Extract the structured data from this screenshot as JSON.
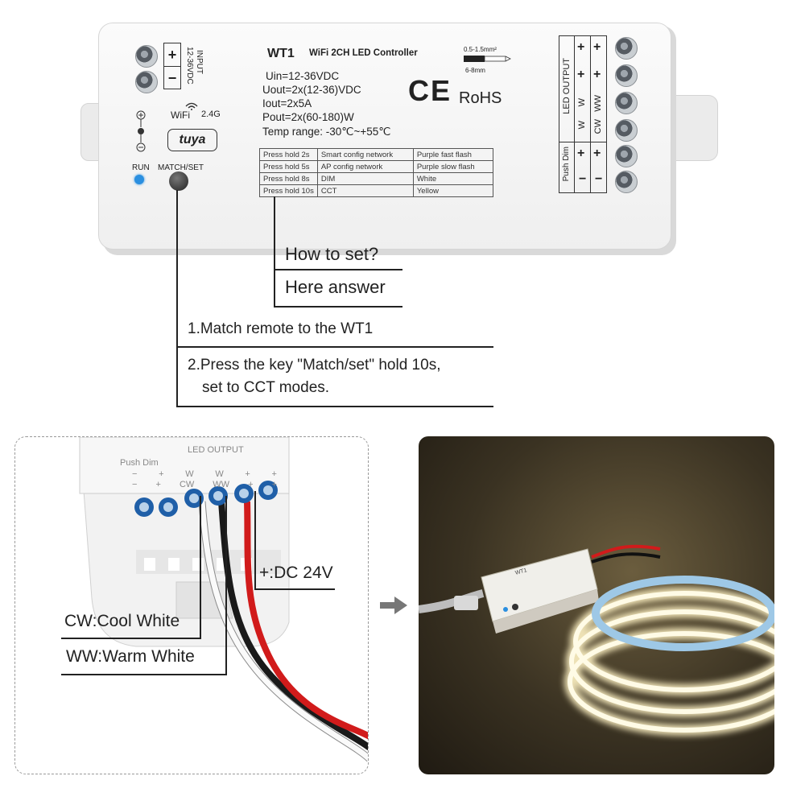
{
  "controller": {
    "model": "WT1",
    "subtitle": "WiFi 2CH LED Controller",
    "input_label": "INPUT",
    "input_voltage": "12-36VDC",
    "wifi_label": "WiFi",
    "band_label": "2.4G",
    "brand_logo": "tuya",
    "run_label": "RUN",
    "match_label": "MATCH/SET",
    "specs": [
      "Uin=12-36VDC",
      "Uout=2x(12-36)VDC",
      "Iout=2x5A",
      "Pout=2x(60-180)W",
      "Temp range: -30℃~+55℃"
    ],
    "wire_top": "0.5-1.5mm²",
    "wire_bottom": "6-8mm",
    "ce": "CE",
    "rohs": "RoHS",
    "led_output": "LED OUTPUT",
    "push_dim": "Push Dim",
    "w": "W",
    "ww": "WW",
    "cw": "CW",
    "plus": "+",
    "minus": "−",
    "press_table": [
      [
        "Press hold 2s",
        "Smart config network",
        "Purple fast flash"
      ],
      [
        "Press hold 5s",
        "AP config network",
        "Purple slow flash"
      ],
      [
        "Press hold 8s",
        "DIM",
        "White"
      ],
      [
        "Press hold 10s",
        "CCT",
        "Yellow"
      ]
    ]
  },
  "callouts": {
    "question": "How to set?",
    "answer": "Here answer",
    "step1": "1.Match remote to the WT1",
    "step2_line1": "2.Press the key \"Match/set\" hold 10s,",
    "step2_line2": "set to CCT modes."
  },
  "wiring": {
    "push_dim": "Push Dim",
    "led_output": "LED OUTPUT",
    "cw_label": "CW:Cool White",
    "ww_label": "WW:Warm White",
    "dc_label": "+:DC 24V",
    "row1": [
      "−",
      "+",
      "W",
      "W",
      "+",
      "+"
    ],
    "row2": [
      "−",
      "+",
      "CW",
      "WW",
      "+",
      "+"
    ]
  },
  "photo": {
    "model": "WT1"
  },
  "colors": {
    "run_led": "#2a8fe0",
    "wire_red": "#d11b1b",
    "wire_black": "#1a1a1a",
    "strip_glow": "#fff3c4"
  }
}
